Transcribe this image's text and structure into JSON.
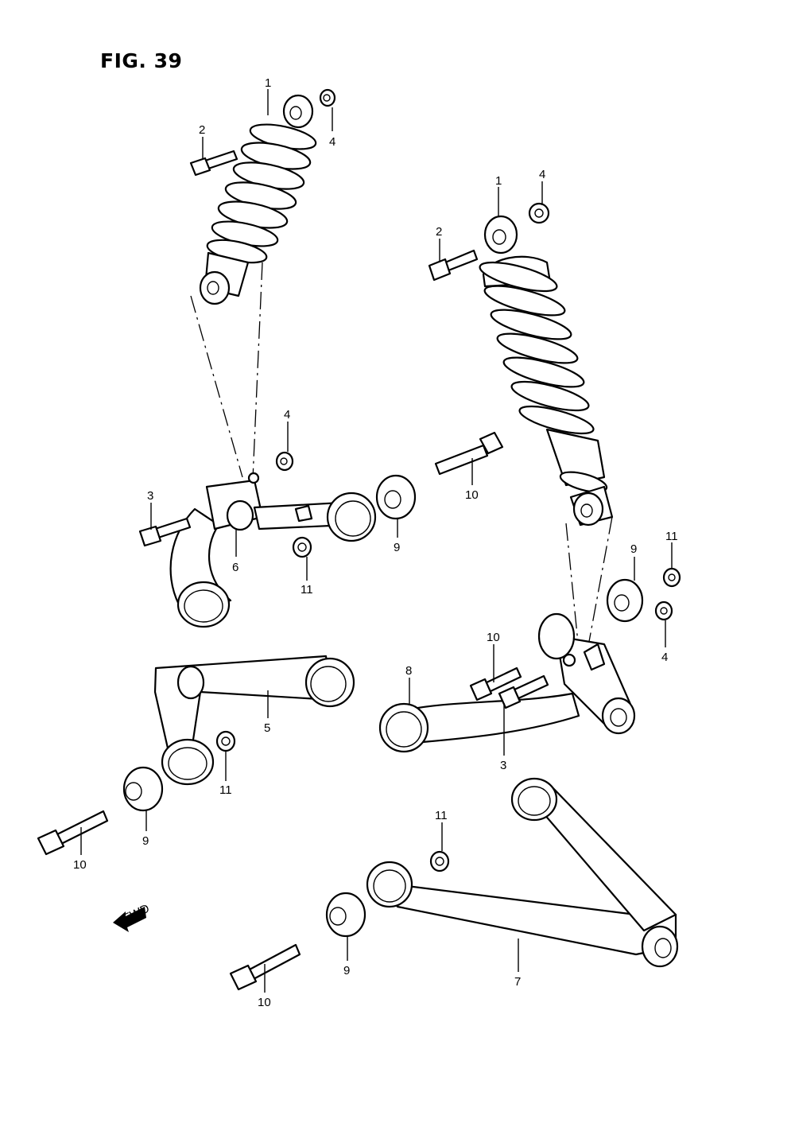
{
  "figure": {
    "title": "FIG. 39"
  },
  "callouts": [
    {
      "id": "c1",
      "text": "1"
    },
    {
      "id": "c2",
      "text": "2"
    },
    {
      "id": "c3",
      "text": "4"
    },
    {
      "id": "c4",
      "text": "1"
    },
    {
      "id": "c5",
      "text": "4"
    },
    {
      "id": "c6",
      "text": "2"
    },
    {
      "id": "c7",
      "text": "4"
    },
    {
      "id": "c8",
      "text": "3"
    },
    {
      "id": "c9",
      "text": "6"
    },
    {
      "id": "c10",
      "text": "11"
    },
    {
      "id": "c11",
      "text": "9"
    },
    {
      "id": "c12",
      "text": "10"
    },
    {
      "id": "c13",
      "text": "9"
    },
    {
      "id": "c14",
      "text": "11"
    },
    {
      "id": "c15",
      "text": "4"
    },
    {
      "id": "c16",
      "text": "10"
    },
    {
      "id": "c17",
      "text": "8"
    },
    {
      "id": "c18",
      "text": "3"
    },
    {
      "id": "c19",
      "text": "5"
    },
    {
      "id": "c20",
      "text": "11"
    },
    {
      "id": "c21",
      "text": "9"
    },
    {
      "id": "c22",
      "text": "10"
    },
    {
      "id": "c23",
      "text": "11"
    },
    {
      "id": "c24",
      "text": "9"
    },
    {
      "id": "c25",
      "text": "7"
    },
    {
      "id": "c26",
      "text": "10"
    }
  ],
  "direction_arrow": {
    "text": "FWD"
  }
}
